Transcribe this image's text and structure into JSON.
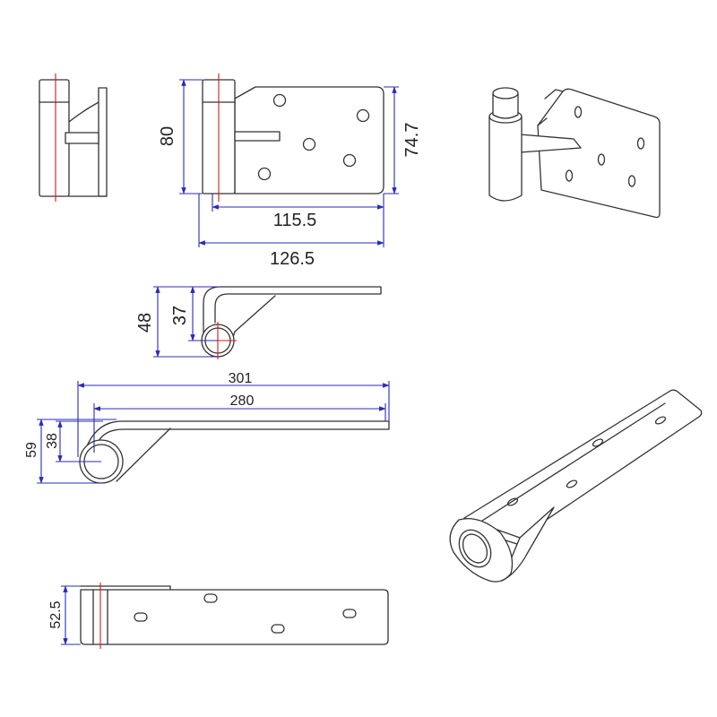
{
  "colors": {
    "outline": "#333333",
    "dimension": "#2b2bb8",
    "centerline": "#d01a1a",
    "background": "#ffffff"
  },
  "dims": {
    "front_height": "80",
    "plate_height": "74.7",
    "hole_span": "115.5",
    "overall_width": "126.5",
    "section_height": "48",
    "section_center": "37",
    "arm_length": "301",
    "arm_inner_length": "280",
    "arm_height": "59",
    "arm_center": "38",
    "arm_strip_height": "52.5"
  }
}
